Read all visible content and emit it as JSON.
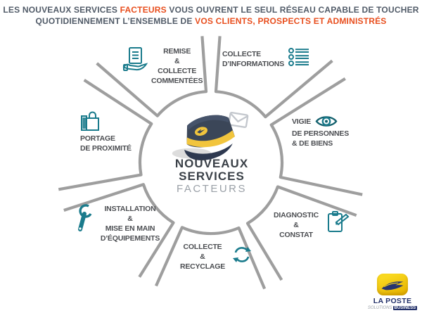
{
  "header": {
    "line1": {
      "a": "LES NOUVEAUX SERVICES ",
      "b": "FACTEURS",
      "c": " VOUS OUVRENT LE SEUL RÉSEAU CAPABLE DE TOUCHER"
    },
    "line2": {
      "a": "QUOTIDIENNEMENT L’ENSEMBLE DE ",
      "b": "VOS CLIENTS, PROSPECTS ET ADMINISTRÉS"
    }
  },
  "hub": {
    "line1": "NOUVEAUX",
    "line2": "SERVICES",
    "line3": "FACTEURS",
    "cap_icon": "postman-cap-icon",
    "envelope_icon": "envelope-icon"
  },
  "services": [
    {
      "id": "remise-collecte-commentees",
      "icon": "document-hand-icon",
      "lines": [
        "REMISE",
        "&",
        "COLLECTE",
        "COMMENTÉES"
      ]
    },
    {
      "id": "collecte-informations",
      "icon": "list-icon",
      "lines": [
        "COLLECTE",
        "D’INFORMATIONS"
      ]
    },
    {
      "id": "vigie-personnes-biens",
      "icon": "eye-icon",
      "lines": [
        "VIGIE",
        "DE PERSONNES",
        "& DE BIENS"
      ]
    },
    {
      "id": "diagnostic-constat",
      "icon": "clipboard-pencil-icon",
      "lines": [
        "DIAGNOSTIC",
        "&",
        "CONSTAT"
      ]
    },
    {
      "id": "collecte-recyclage",
      "icon": "recycle-icon",
      "lines": [
        "COLLECTE",
        "&",
        "RECYCLAGE"
      ]
    },
    {
      "id": "installation-mise-en-main",
      "icon": "wrench-icon",
      "lines": [
        "INSTALLATION",
        "&",
        "MISE EN MAIN",
        "D’ÉQUIPEMENTS"
      ]
    },
    {
      "id": "portage-proximite",
      "icon": "shopping-bag-icon",
      "lines": [
        "PORTAGE",
        "DE PROXIMITÉ"
      ]
    }
  ],
  "logo": {
    "brand": "LA POSTE",
    "sub_left": "SOLUTIONS",
    "sub_right": "BUSINESS"
  },
  "colors": {
    "accent_orange": "#e84e1d",
    "headline_slate": "#515b68",
    "label_gray": "#4c4e52",
    "icon_teal": "#1a7b8c",
    "spoke_gray": "#9e9e9e",
    "hub_dark": "#3a4047",
    "hub_facteurs_gray": "#9aa0a7",
    "cap_navy": "#3b4658",
    "cap_band_yellow": "#f2c53d",
    "logo_yellow": "#f0c400",
    "logo_navy": "#223069"
  }
}
